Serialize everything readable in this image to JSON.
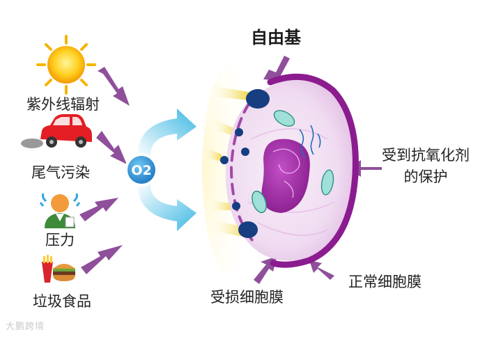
{
  "sources": {
    "uv": "紫外线辐射",
    "exhaust": "尾气污染",
    "stress": "压力",
    "junk_food": "垃圾食品"
  },
  "center": {
    "molecule": "O2"
  },
  "cell": {
    "free_radical": "自由基",
    "antioxidant_line1": "受到抗氧化剂",
    "antioxidant_line2": "的保护",
    "damaged_membrane": "受损细胞膜",
    "normal_membrane": "正常细胞膜"
  },
  "watermark": "大鹏跨境",
  "colors": {
    "arrow_purple": "#8f4f9a",
    "membrane": "#8b1c8f",
    "nucleus": "#9b2aa0",
    "radical_blue": "#163e80",
    "flow_cyan": "#3fb8e3",
    "o2_blue": "#2f8fd0",
    "glow_yellow": "#f5e06a"
  }
}
